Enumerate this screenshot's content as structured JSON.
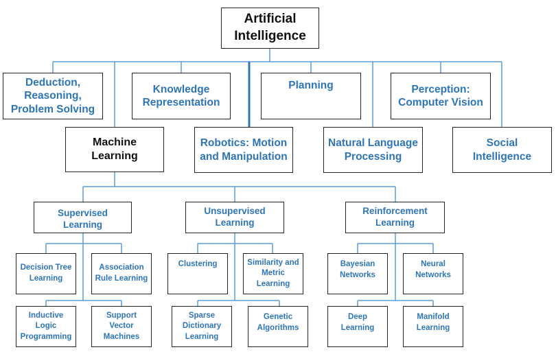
{
  "root": {
    "label": "Artificial Intelligence"
  },
  "branches": {
    "deduction": "Deduction, Reasoning, Problem Solving",
    "knowledge": "Knowledge Representation",
    "planning": "Planning",
    "perception": "Perception: Computer Vision",
    "machine_learning": "Machine Learning",
    "robotics": "Robotics: Motion and Manipulation",
    "nlp": "Natural Language Processing",
    "social": "Social Intelligence"
  },
  "ml_categories": {
    "supervised": "Supervised Learning",
    "unsupervised": "Unsupervised Learning",
    "reinforcement": "Reinforcement Learning"
  },
  "supervised_methods": {
    "decision_tree": "Decision Tree Learning",
    "association": "Association Rule Learning",
    "inductive": "Inductive Logic Programming",
    "svm": "Support Vector Machines"
  },
  "unsupervised_methods": {
    "clustering": "Clustering",
    "similarity": "Similarity and Metric Learning",
    "sparse": "Sparse Dictionary Learning",
    "genetic": "Genetic Algorithms"
  },
  "reinforcement_methods": {
    "bayesian": "Bayesian Networks",
    "neural": "Neural Networks",
    "deep": "Deep Learning",
    "manifold": "Manifold Learning"
  },
  "colors": {
    "text_blue": "#2e75b6",
    "line_blue": "#5b9bd5",
    "black": "#111111"
  }
}
